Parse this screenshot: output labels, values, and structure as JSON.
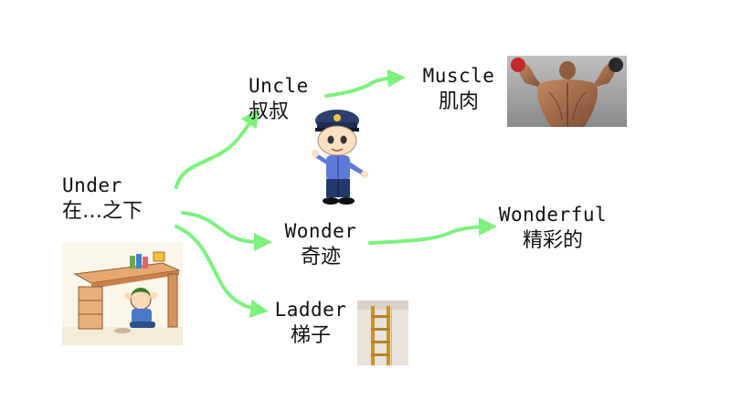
{
  "words": {
    "under": {
      "en": "Under",
      "zh": "在…之下"
    },
    "uncle": {
      "en": "Uncle",
      "zh": "叔叔"
    },
    "muscle": {
      "en": "Muscle",
      "zh": "肌肉"
    },
    "wonder": {
      "en": "Wonder",
      "zh": "奇迹"
    },
    "wonderful": {
      "en": "Wonderful",
      "zh": "精彩的"
    },
    "ladder": {
      "en": "Ladder",
      "zh": "梯子"
    }
  },
  "colors": {
    "arrow": "#7cf27c",
    "text": "#111111",
    "background": "#ffffff"
  },
  "images": {
    "under": "child-under-desk-illustration",
    "uncle": "cartoon-police-officer",
    "muscle": "muscular-back-photo",
    "ladder": "wooden-ladder-photo"
  }
}
